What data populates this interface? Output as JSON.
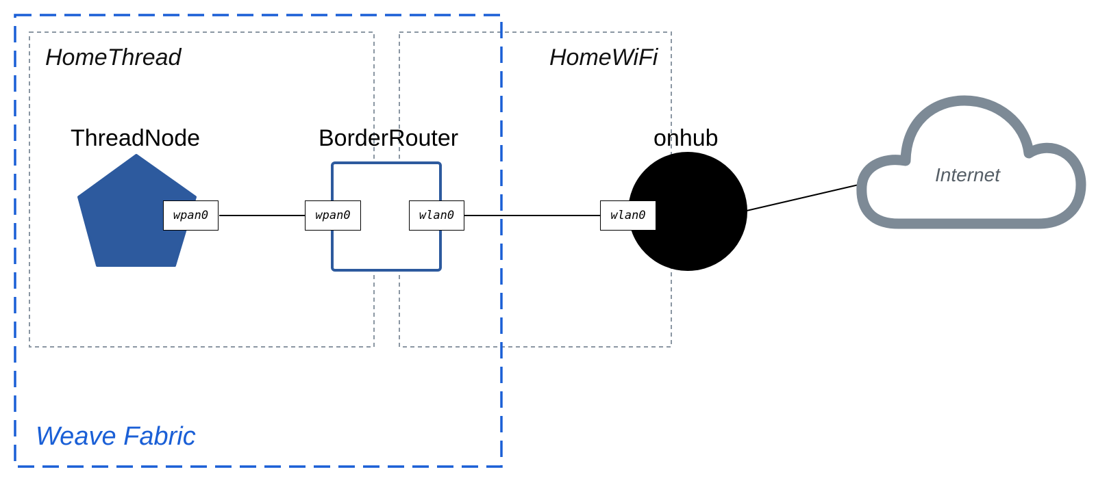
{
  "fabric": {
    "label": "Weave Fabric",
    "color": "#1a5fd6"
  },
  "networks": {
    "thread": {
      "label": "HomeThread"
    },
    "wifi": {
      "label": "HomeWiFi"
    }
  },
  "nodes": {
    "thread_node": {
      "label": "ThreadNode",
      "iface": "wpan0",
      "color": "#2d5a9e"
    },
    "border_router": {
      "label": "BorderRouter",
      "iface_left": "wpan0",
      "iface_right": "wlan0",
      "color": "#2d5a9e"
    },
    "onhub": {
      "label": "onhub",
      "iface": "wlan0",
      "color": "#000000"
    }
  },
  "internet": {
    "label": "Internet",
    "color": "#7d8a96"
  }
}
